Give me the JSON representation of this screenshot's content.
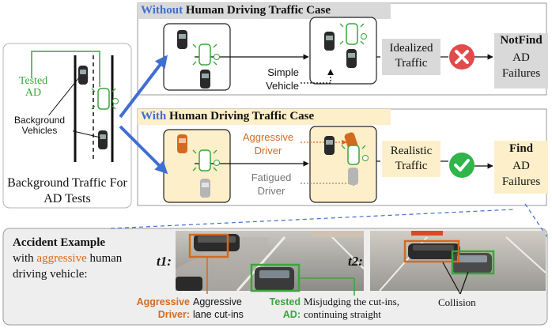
{
  "left_panel": {
    "tested_ad_label": "Tested AD",
    "background_vehicles_label": "Background Vehicles",
    "caption": "Background Traffic For AD Tests"
  },
  "without_case": {
    "title_highlight": "Without",
    "title_rest": " Human Driving Traffic Case",
    "simple_vehicle_label": "Simple Vehicle",
    "traffic_box_label": "Idealized Traffic",
    "result_title": "NotFind",
    "result_text": "AD Failures"
  },
  "with_case": {
    "title_highlight": "With",
    "title_rest": " Human Driving Traffic Case",
    "aggressive_driver_label": "Aggressive Driver",
    "fatigued_driver_label": "Fatigued Driver",
    "traffic_box_label": "Realistic Traffic",
    "result_title": "Find",
    "result_text": "AD Failures"
  },
  "accident_example": {
    "title": "Accident Example",
    "line2_pre": "with ",
    "line2_highlight": "aggressive",
    "line2_post": " human",
    "line3": "driving vehicle:",
    "t1_label": "t1:",
    "t2_label": "t2:",
    "aggressive_driver_key": "Aggressive Driver:",
    "aggressive_driver_desc": "Aggressive lane cut-ins",
    "tested_ad_key": "Tested AD:",
    "tested_ad_desc": "Misjudging the cut-ins, continuing straight",
    "collision_label": "Collision"
  },
  "colors": {
    "blue": "#3f6fd1",
    "orange": "#d46a1f",
    "green": "#3aa63a",
    "yellow_bg": "#fcefc9",
    "gray_box": "#d9d9d9"
  }
}
